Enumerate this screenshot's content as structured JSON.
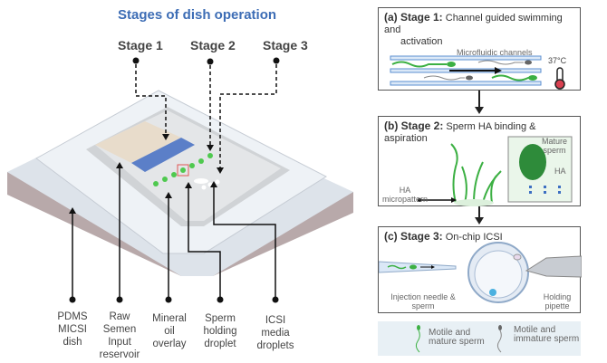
{
  "left_panel": {
    "title": "Stages of dish operation",
    "stages": [
      "Stage 1",
      "Stage 2",
      "Stage 3"
    ],
    "parts": [
      {
        "line1": "PDMS",
        "line2": "MICSI",
        "line3": "dish",
        "line4": ""
      },
      {
        "line1": "Raw",
        "line2": "Semen",
        "line3": "Input",
        "line4": "reservoir"
      },
      {
        "line1": "Mineral",
        "line2": "oil",
        "line3": "overlay",
        "line4": ""
      },
      {
        "line1": "Sperm",
        "line2": "holding",
        "line3": "droplet",
        "line4": ""
      },
      {
        "line1": "ICSI",
        "line2": "media",
        "line3": "droplets",
        "line4": ""
      }
    ]
  },
  "right_panel": {
    "stage_a": {
      "prefix": "(a) Stage 1:",
      "text": " Channel guided swimming and",
      "text2": "activation",
      "channels_label": "Microfluidic channels",
      "temp": "37°C"
    },
    "stage_b": {
      "prefix": "(b) Stage 2:",
      "text": " Sperm HA binding & aspiration",
      "mature_label1": "Mature",
      "mature_label2": "sperm",
      "ha_label": "HA",
      "micropattern_label1": "HA",
      "micropattern_label2": "micropattern"
    },
    "stage_c": {
      "prefix": "(c) Stage 3:",
      "text": " On-chip ICSI",
      "needle_label1": "Injection needle &",
      "needle_label2": "sperm",
      "pipette_label1": "Holding",
      "pipette_label2": "pipette"
    },
    "legend": [
      {
        "line1": "Motile and",
        "line2": "mature sperm",
        "color": "#3cb043"
      },
      {
        "line1": "Motile and",
        "line2": "immature sperm",
        "color": "#777777"
      }
    ]
  },
  "colors": {
    "title": "#3d6db5",
    "sperm_green": "#3cb043",
    "channel_blue": "#5b8fd0",
    "legend_bg": "#e8f0f5"
  }
}
